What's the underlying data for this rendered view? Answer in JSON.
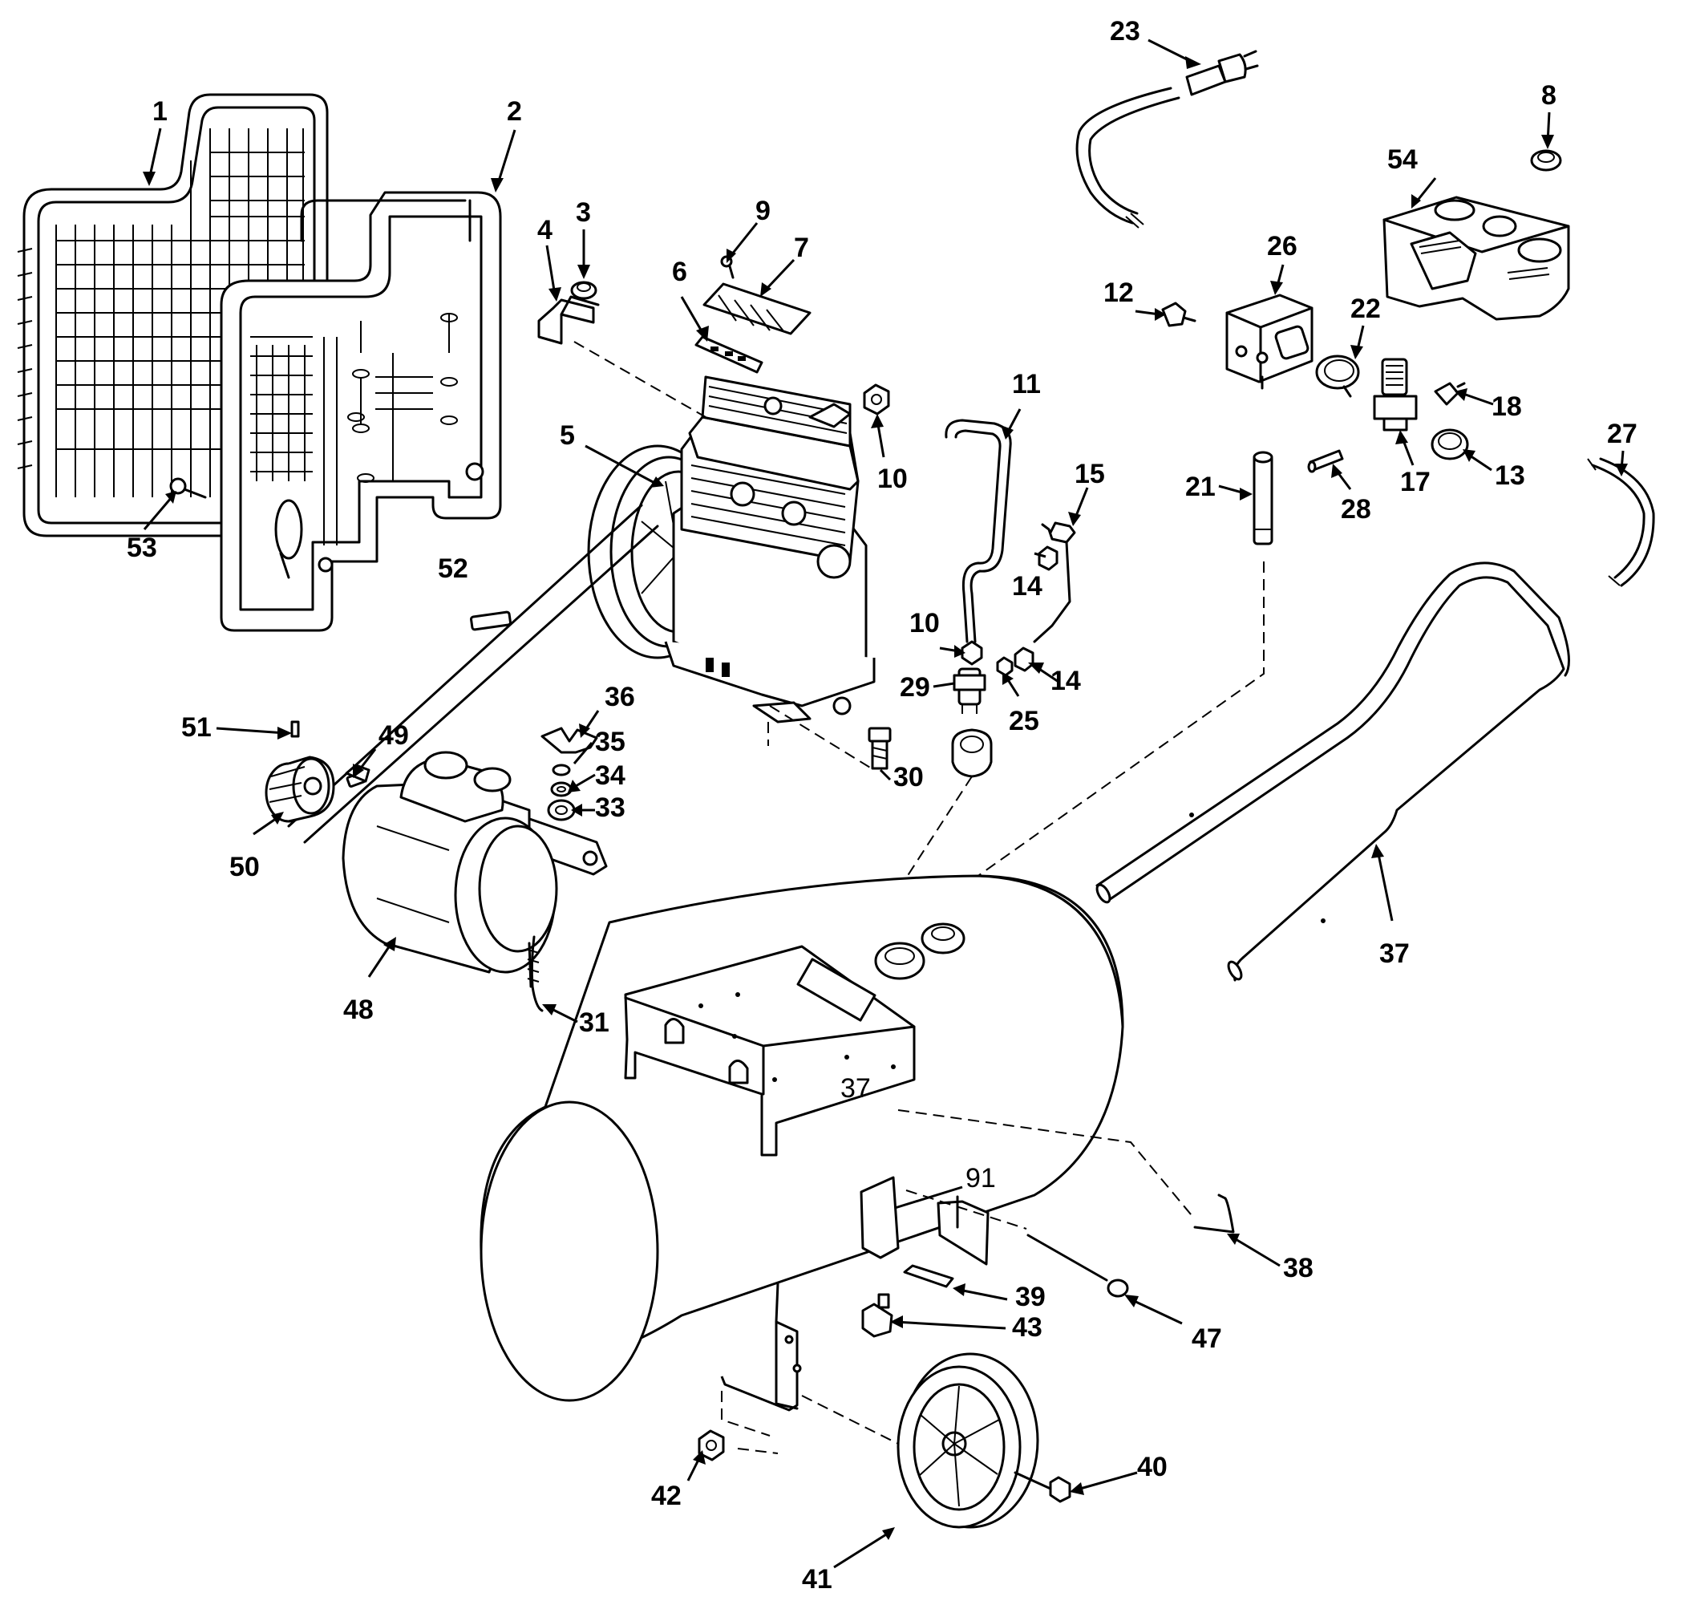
{
  "diagram": {
    "callouts": {
      "c1": "1",
      "c2": "2",
      "c3": "3",
      "c4": "4",
      "c5": "5",
      "c6": "6",
      "c7": "7",
      "c8": "8",
      "c9": "9",
      "c10a": "10",
      "c10b": "10",
      "c11": "11",
      "c12": "12",
      "c13": "13",
      "c14a": "14",
      "c14b": "14",
      "c15": "15",
      "c17": "17",
      "c18": "18",
      "c21": "21",
      "c22": "22",
      "c23": "23",
      "c25": "25",
      "c26": "26",
      "c27": "27",
      "c28": "28",
      "c29": "29",
      "c30": "30",
      "c31": "31",
      "c33": "33",
      "c34": "34",
      "c35": "35",
      "c36": "36",
      "c37": "37",
      "c38": "38",
      "c39": "39",
      "c40": "40",
      "c41": "41",
      "c42": "42",
      "c43": "43",
      "c47": "47",
      "c48": "48",
      "c49": "49",
      "c50": "50",
      "c51": "51",
      "c52": "52",
      "c53": "53",
      "c54": "54",
      "c91": "91"
    }
  }
}
